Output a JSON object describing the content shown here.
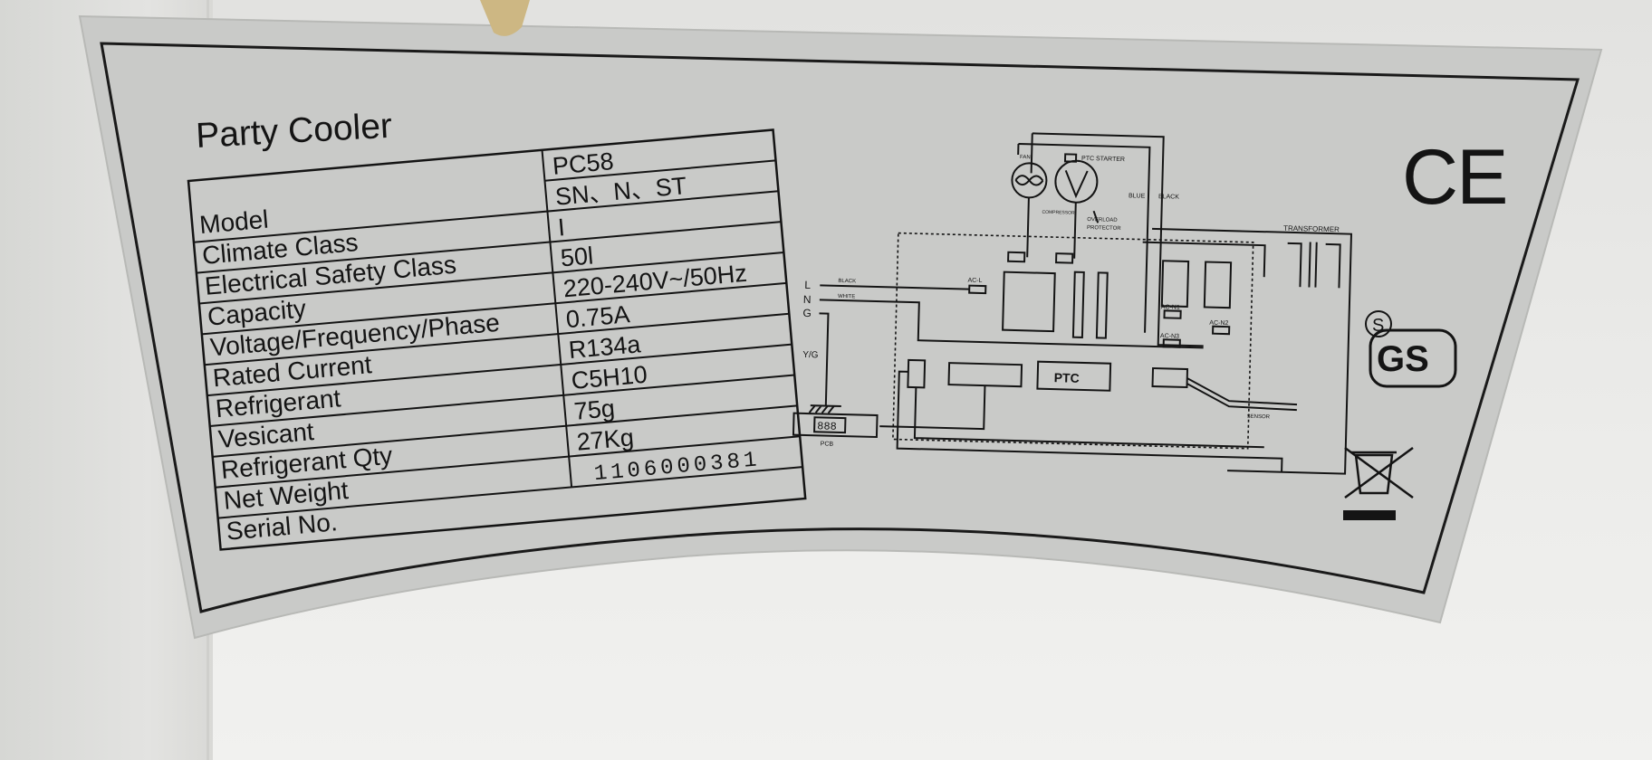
{
  "label": {
    "title": "Party Cooler",
    "specs": [
      {
        "name": "Model",
        "value": "PC58"
      },
      {
        "name": "Climate Class",
        "value": "SN、N、ST"
      },
      {
        "name": "Electrical Safety Class",
        "value": "I"
      },
      {
        "name": "Capacity",
        "value": "50l"
      },
      {
        "name": "Voltage/Frequency/Phase",
        "value": "220-240V~/50Hz"
      },
      {
        "name": "Rated Current",
        "value": "0.75A"
      },
      {
        "name": "Refrigerant",
        "value": "R134a"
      },
      {
        "name": "Vesicant",
        "value": "C5H10"
      },
      {
        "name": "Refrigerant Qty",
        "value": "75g"
      },
      {
        "name": "Net Weight",
        "value": "27Kg"
      },
      {
        "name": "Serial No.",
        "value": "1106000381"
      }
    ]
  },
  "diagram": {
    "fan": "FAN",
    "ptc_starter": "PTC STARTER",
    "compressor": "COMPRESSOR",
    "overload": "OVERLOAD",
    "protector": "PROTECTOR",
    "blue": "BLUE",
    "black": "BLACK",
    "transformer": "TRANSFORMER",
    "l": "L",
    "n": "N",
    "g": "G",
    "black_wire": "BLACK",
    "white_wire": "WHITE",
    "acl": "AC-L",
    "acn1": "AC-N1",
    "acn2": "AC-N2",
    "acn3": "AC-N3",
    "yg": "Y/G",
    "ptc": "PTC",
    "sensor": "SENSOR",
    "pcb": "PCB",
    "display": "888"
  },
  "marks": {
    "ce": "CE",
    "gs": "GS",
    "s": "S"
  }
}
